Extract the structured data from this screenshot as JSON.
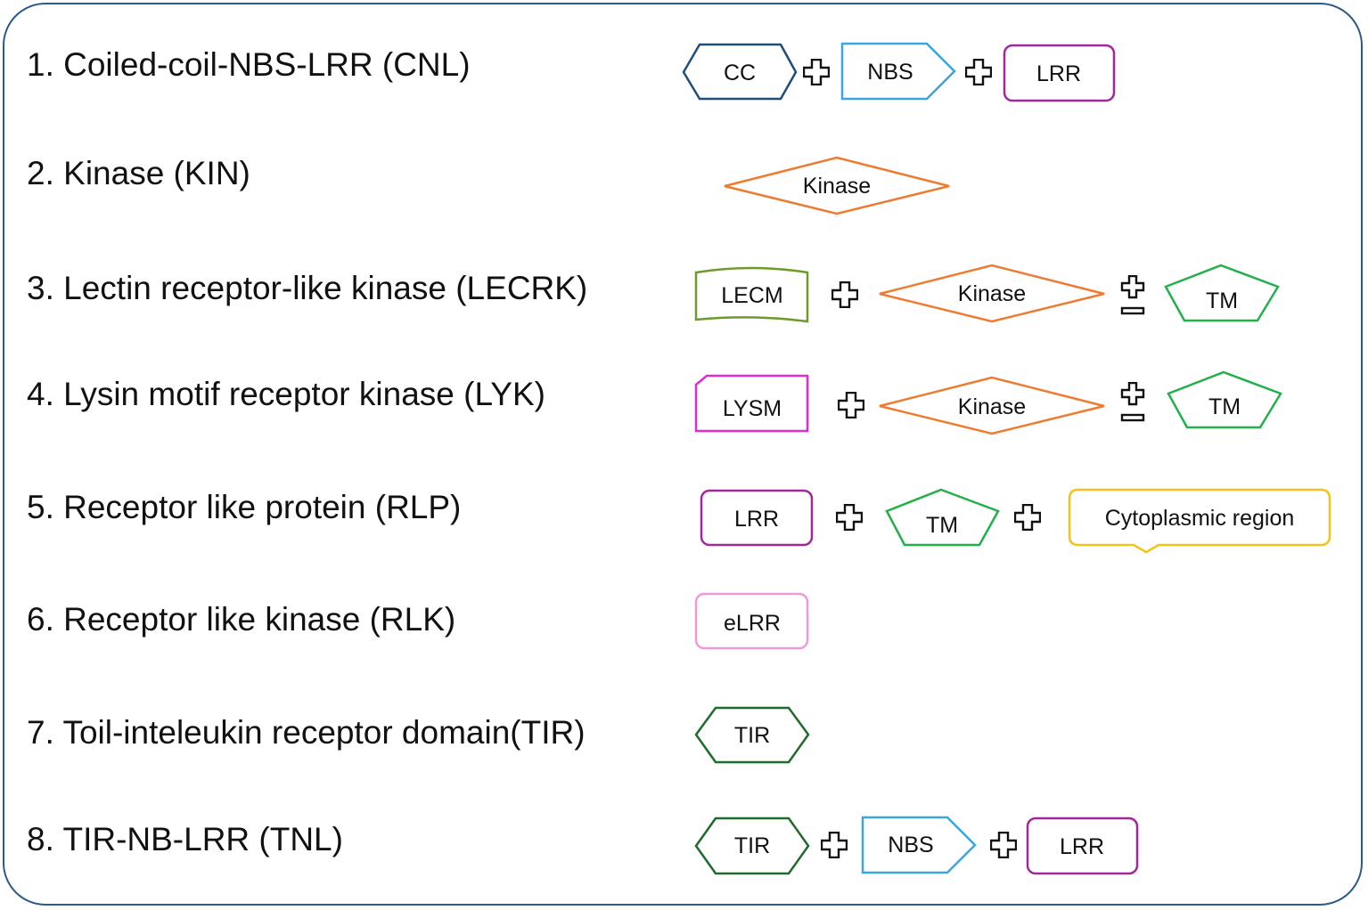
{
  "colors": {
    "frame": "#2d5a8a",
    "cc": "#1f4e79",
    "nbs": "#3aa6dd",
    "lrr": "#a0289b",
    "kinase": "#ee7b30",
    "lecm": "#6e9a2a",
    "tm": "#22b04b",
    "lysm": "#e02ad5",
    "cytoplasmic": "#f4c21a",
    "elrr": "#ee9ad9",
    "tir": "#1e6b2c"
  },
  "rows": [
    {
      "label": "1. Coiled-coil-NBS-LRR (CNL)"
    },
    {
      "label": "2. Kinase (KIN)"
    },
    {
      "label": "3. Lectin receptor-like kinase (LECRK)"
    },
    {
      "label": "4. Lysin motif receptor kinase (LYK)"
    },
    {
      "label": "5. Receptor like protein (RLP)"
    },
    {
      "label": "6. Receptor like kinase (RLK)"
    },
    {
      "label": "7. Toil-inteleukin receptor domain(TIR)"
    },
    {
      "label": "8. TIR-NB-LRR (TNL)"
    }
  ],
  "domains": {
    "cc": "CC",
    "nbs": "NBS",
    "lrr": "LRR",
    "kinase": "Kinase",
    "lecm": "LECM",
    "tm": "TM",
    "lysm": "LYSM",
    "cytoplasmic": "Cytoplasmic region",
    "elrr": "eLRR",
    "tir": "TIR"
  }
}
